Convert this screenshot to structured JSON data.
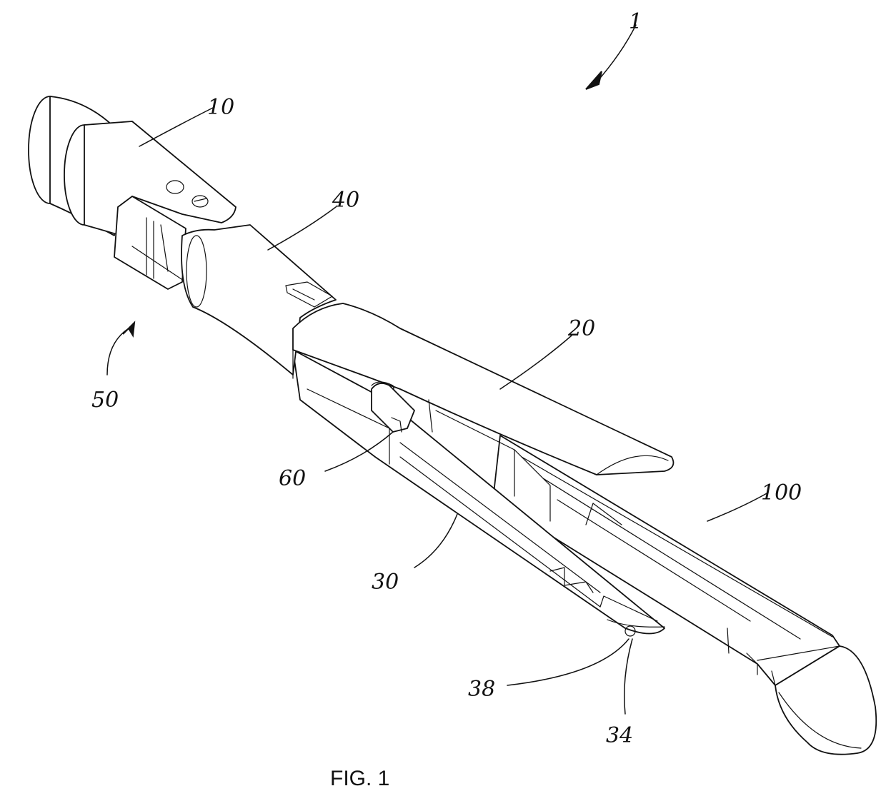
{
  "figure": {
    "caption": "FIG. 1",
    "reference_numerals": {
      "assembly": "1",
      "proximal_housing": "10",
      "upper_jaw": "20",
      "lower_jaw": "30",
      "pin": "34",
      "pin_hole": "38",
      "articulation_section": "40",
      "arrow": "50",
      "latch": "60",
      "cartridge": "100"
    }
  }
}
